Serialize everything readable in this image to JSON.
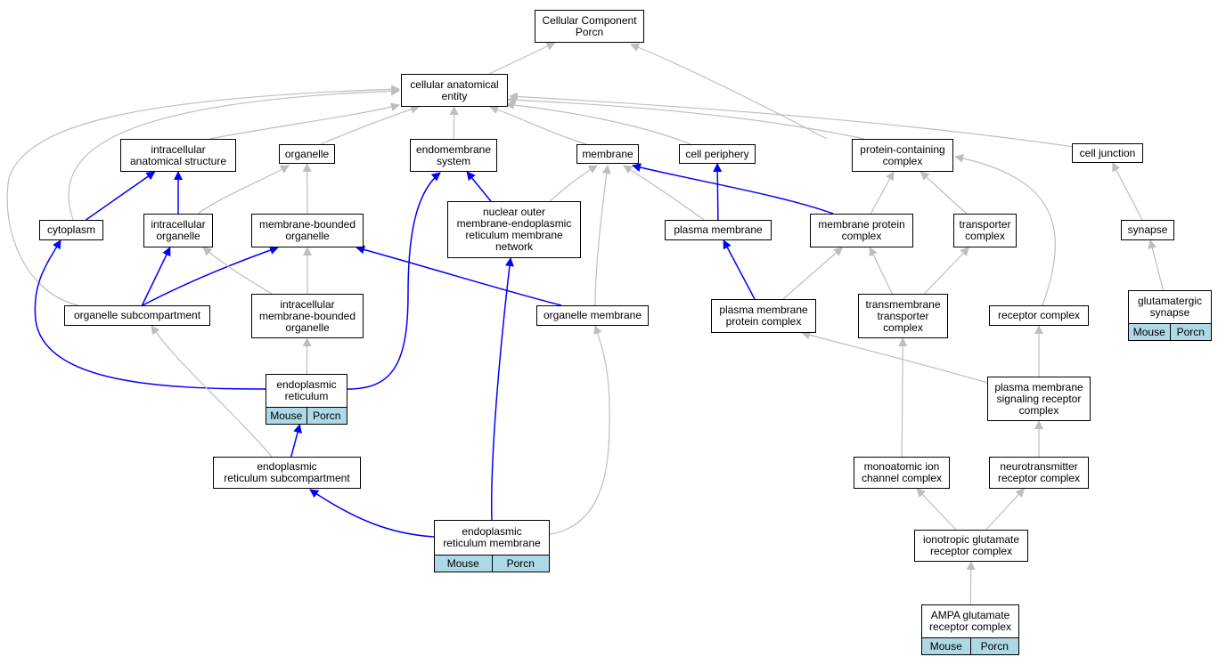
{
  "colors": {
    "is_a_edge": "#bebebe",
    "part_of_edge": "#0000ff",
    "annotation_fill": "#add8e6"
  },
  "nodes": {
    "cc_root": {
      "lines": [
        "Cellular Component",
        "Porcn"
      ]
    },
    "cae": {
      "lines": [
        "cellular anatomical",
        "entity"
      ]
    },
    "ias": {
      "lines": [
        "intracellular",
        "anatomical structure"
      ]
    },
    "organelle": {
      "lines": [
        "organelle"
      ]
    },
    "endomembrane": {
      "lines": [
        "endomembrane",
        "system"
      ]
    },
    "membrane": {
      "lines": [
        "membrane"
      ]
    },
    "cell_periphery": {
      "lines": [
        "cell periphery"
      ]
    },
    "pcc": {
      "lines": [
        "protein-containing",
        "complex"
      ]
    },
    "cell_junction": {
      "lines": [
        "cell junction"
      ]
    },
    "cytoplasm": {
      "lines": [
        "cytoplasm"
      ]
    },
    "intra_org": {
      "lines": [
        "intracellular",
        "organelle"
      ]
    },
    "mbo": {
      "lines": [
        "membrane-bounded",
        "organelle"
      ]
    },
    "nuclear_outer": {
      "lines": [
        "nuclear outer",
        "membrane-endoplasmic",
        "reticulum membrane",
        "network"
      ]
    },
    "plasma_membrane": {
      "lines": [
        "plasma membrane"
      ]
    },
    "mpc": {
      "lines": [
        "membrane protein",
        "complex"
      ]
    },
    "transporter": {
      "lines": [
        "transporter",
        "complex"
      ]
    },
    "synapse": {
      "lines": [
        "synapse"
      ]
    },
    "org_subcomp": {
      "lines": [
        "organelle subcompartment"
      ]
    },
    "imbo": {
      "lines": [
        "intracellular",
        "membrane-bounded",
        "organelle"
      ]
    },
    "org_membrane": {
      "lines": [
        "organelle membrane"
      ]
    },
    "pmpc": {
      "lines": [
        "plasma membrane",
        "protein complex"
      ]
    },
    "tmtc": {
      "lines": [
        "transmembrane",
        "transporter",
        "complex"
      ]
    },
    "receptor": {
      "lines": [
        "receptor complex"
      ]
    },
    "glut_syn": {
      "lines": [
        "glutamatergic",
        "synapse"
      ],
      "tags": [
        "Mouse",
        "Porcn"
      ]
    },
    "er": {
      "lines": [
        "endoplasmic",
        "reticulum"
      ],
      "tags": [
        "Mouse",
        "Porcn"
      ]
    },
    "pmsrc": {
      "lines": [
        "plasma membrane",
        "signaling receptor",
        "complex"
      ]
    },
    "er_sub": {
      "lines": [
        "endoplasmic",
        "reticulum subcompartment"
      ]
    },
    "mic": {
      "lines": [
        "monoatomic ion",
        "channel complex"
      ]
    },
    "nrc": {
      "lines": [
        "neurotransmitter",
        "receptor complex"
      ]
    },
    "er_membrane": {
      "lines": [
        "endoplasmic",
        "reticulum membrane"
      ],
      "tags": [
        "Mouse",
        "Porcn"
      ]
    },
    "igrc": {
      "lines": [
        "ionotropic glutamate",
        "receptor complex"
      ]
    },
    "ampa": {
      "lines": [
        "AMPA glutamate",
        "receptor complex"
      ],
      "tags": [
        "Mouse",
        "Porcn"
      ]
    }
  }
}
